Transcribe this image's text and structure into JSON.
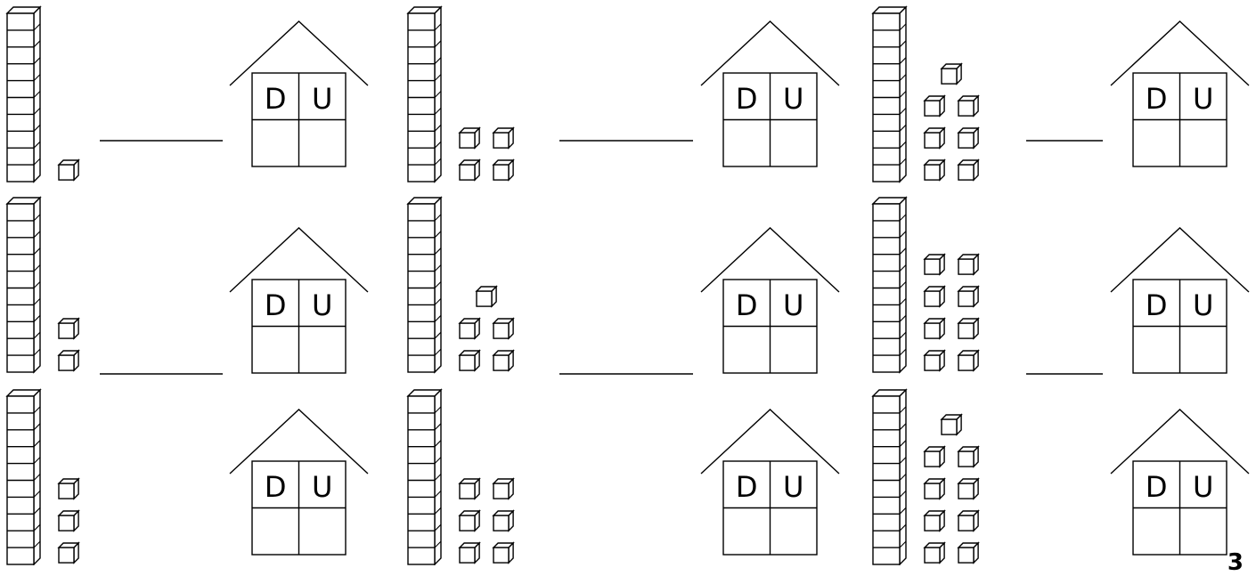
{
  "worksheet": {
    "house_labels": {
      "tens": "D",
      "units": "U"
    },
    "page_number": "3",
    "exercises": [
      {
        "tens": 1,
        "units": 1
      },
      {
        "tens": 1,
        "units": 4
      },
      {
        "tens": 1,
        "units": 7
      },
      {
        "tens": 1,
        "units": 2
      },
      {
        "tens": 1,
        "units": 5
      },
      {
        "tens": 1,
        "units": 8
      },
      {
        "tens": 1,
        "units": 3
      },
      {
        "tens": 1,
        "units": 6
      },
      {
        "tens": 1,
        "units": 9
      }
    ]
  }
}
